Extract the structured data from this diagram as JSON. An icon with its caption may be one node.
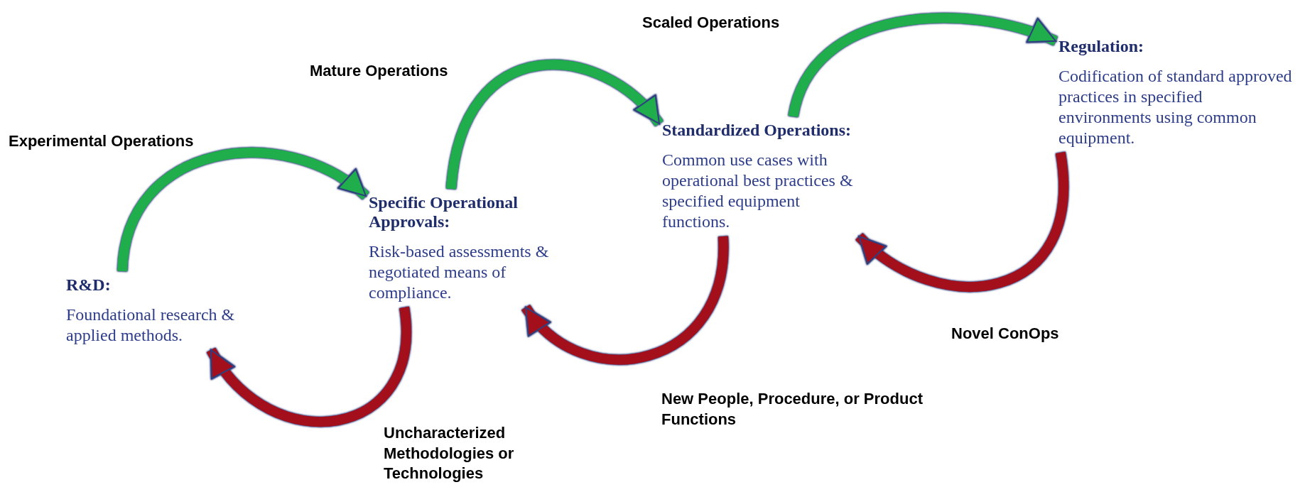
{
  "diagram": {
    "nodes": [
      {
        "text": [
          "R&D:",
          "Foundational research & applied methods."
        ]
      },
      {
        "text": [
          "Specific Operational Approvals:",
          "Risk-based assessments & negotiated means of compliance."
        ]
      },
      {
        "text": [
          "Standardized Operations:",
          "Common use cases with operational best practices & specified equipment functions."
        ]
      },
      {
        "text": [
          "Regulation:",
          "Codification of standard approved practices in specified environments using common equipment."
        ]
      }
    ],
    "edges": [
      {
        "from": 0,
        "to": 1,
        "arrow": "to",
        "label": "Experimental Operations",
        "color": "#1fae4b"
      },
      {
        "from": 1,
        "to": 2,
        "arrow": "to",
        "label": "Mature Operations",
        "color": "#1fae4b"
      },
      {
        "from": 2,
        "to": 3,
        "arrow": "to",
        "label": "Scaled Operations",
        "color": "#1fae4b"
      },
      {
        "from": 1,
        "to": 0,
        "arrow": "to",
        "label": "Uncharacterized Methodologies or Technologies",
        "color": "#a3101c"
      },
      {
        "from": 2,
        "to": 1,
        "arrow": "to",
        "label": "New People, Procedure, or Product Functions",
        "color": "#a3101c"
      },
      {
        "from": 3,
        "to": 2,
        "arrow": "to",
        "label": "Novel ConOps",
        "color": "#a3101c"
      }
    ]
  }
}
